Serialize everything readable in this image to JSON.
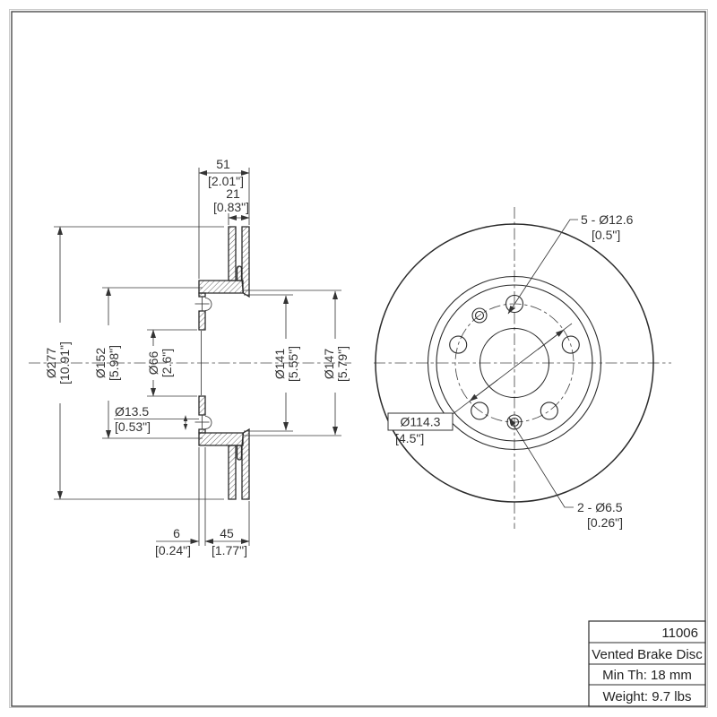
{
  "title_block": {
    "part_number": "11006",
    "part_name": "Vented Brake Disc",
    "min_thickness": "Min Th: 18 mm",
    "weight": "Weight: 9.7 lbs"
  },
  "dimensions": {
    "overall_width": {
      "mm": "51",
      "in": "[2.01\"]"
    },
    "rotor_thickness": {
      "mm": "21",
      "in": "[0.83\"]"
    },
    "outer_diameter": {
      "mm": "Ø277",
      "in": "[10.91\"]"
    },
    "hat_diameter": {
      "mm": "Ø152",
      "in": "[5.98\"]"
    },
    "center_bore": {
      "mm": "Ø66",
      "in": "[2.6\"]"
    },
    "mounting_hole": {
      "mm": "Ø13.5",
      "in": "[0.53\"]"
    },
    "vane_inner_diameter": {
      "mm": "Ø141",
      "in": "[5.55\"]"
    },
    "plate_inner_diameter": {
      "mm": "Ø147",
      "in": "[5.79\"]"
    },
    "bolt_circle": {
      "mm": "Ø114.3",
      "in": "[4.5\"]"
    },
    "lug_holes": {
      "mm": "5 - Ø12.6",
      "in": "[0.5\"]"
    },
    "set_screw_holes": {
      "mm": "2 - Ø6.5",
      "in": "[0.26\"]"
    },
    "hat_wall_thickness": {
      "mm": "6",
      "in": "[0.24\"]"
    },
    "hat_depth": {
      "mm": "45",
      "in": "[1.77\"]"
    }
  }
}
